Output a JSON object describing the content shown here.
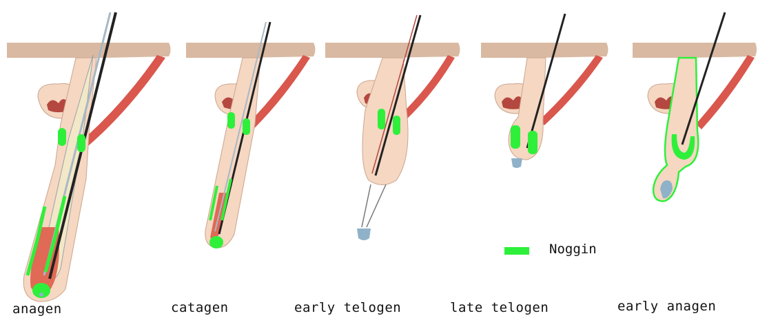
{
  "stages": [
    {
      "id": "anagen",
      "label": "anagen"
    },
    {
      "id": "catagen",
      "label": "catagen"
    },
    {
      "id": "early-telogen",
      "label": "early telogen"
    },
    {
      "id": "late-telogen",
      "label": "late telogen"
    },
    {
      "id": "early-anagen",
      "label": "early anagen"
    }
  ],
  "legend": {
    "label": "Noggin",
    "color": "#2ef03a"
  },
  "colors": {
    "skin": "#d9b9a2",
    "sheath": "#f5d7c2",
    "sheath_outline": "#c9a58e",
    "gland": "#b4473f",
    "muscle": "#d9574d",
    "papilla": "#e06a55",
    "hair": "#222222",
    "noggin": "#2ef03a",
    "bulge_blue": "#8fb2c9"
  }
}
